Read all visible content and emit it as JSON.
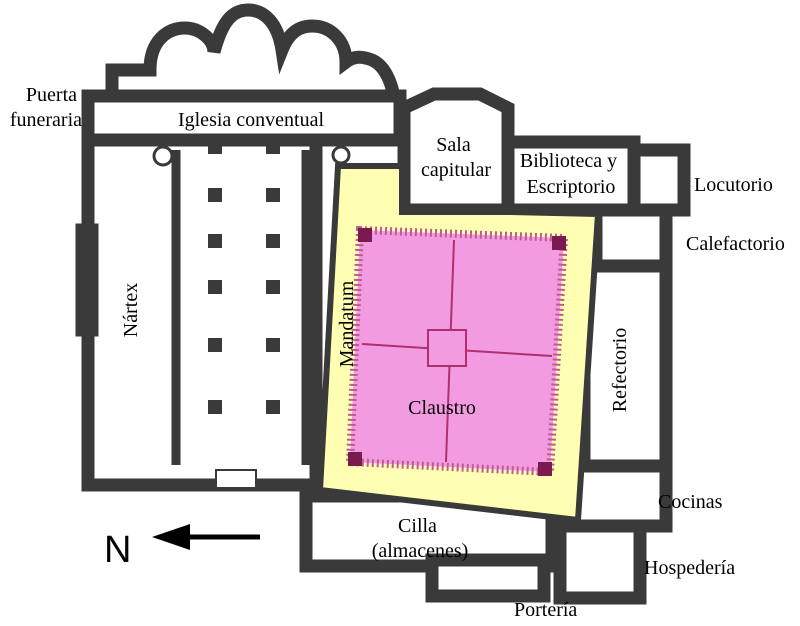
{
  "labels": {
    "puerta_funeraria": [
      "Puerta",
      "funeraria"
    ],
    "iglesia_conventual": "Iglesia conventual",
    "sala_capitular": [
      "Sala",
      "capitular"
    ],
    "biblioteca": [
      "Biblioteca y",
      "Escriptorio"
    ],
    "locutorio": "Locutorio",
    "calefactorio": "Calefactorio",
    "nartex": "Nártex",
    "mandatum": "Mandatum",
    "claustro": "Claustro",
    "refectorio": "Refectorio",
    "cocinas": "Cocinas",
    "cilla": [
      "Cilla",
      "(almacenes)"
    ],
    "hospederia": "Hospedería",
    "porteria": "Portería",
    "north": "N"
  },
  "colors": {
    "wall": "#3a3a3a",
    "cloister_gallery": "#ffffb4",
    "cloister_garth": "#f29be0",
    "cloister_border": "#c05a96",
    "cloister_corner": "#7a1a4e",
    "cloister_lines": "#b0306f",
    "background": "#ffffff"
  },
  "icons": {
    "north_arrow": "arrow-left-icon",
    "stairs": "spiral-stair-icon"
  }
}
